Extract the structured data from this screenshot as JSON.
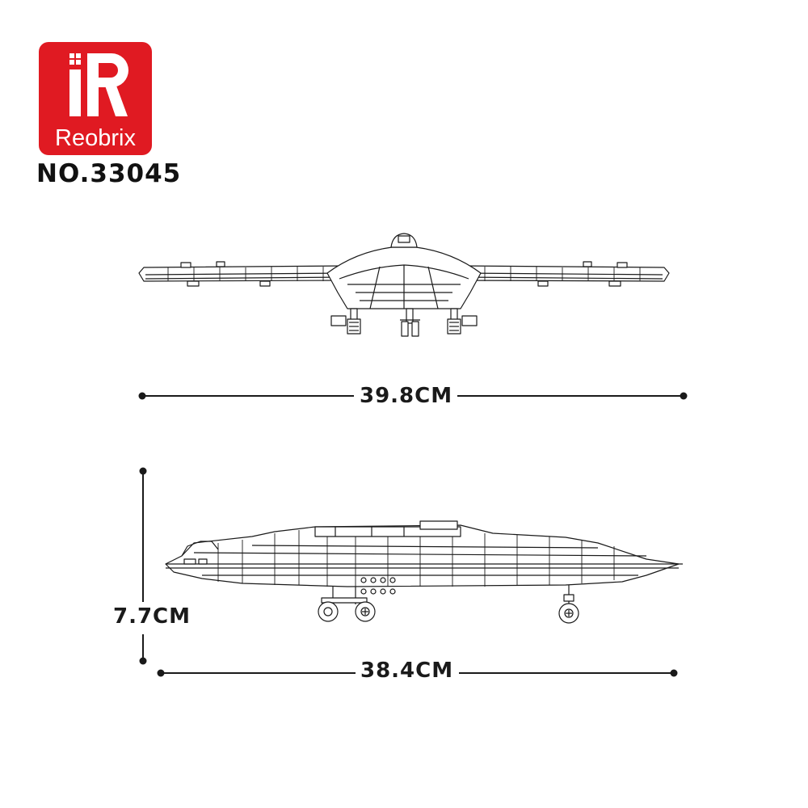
{
  "brand": {
    "name": "Reobrix",
    "colors": {
      "logo_background": "#e01a22",
      "logo_foreground": "#ffffff"
    }
  },
  "product": {
    "model_number": "NO.33045"
  },
  "dimensions": {
    "width": "39.8CM",
    "height": "7.7CM",
    "length": "38.4CM"
  },
  "colors": {
    "line": "#1a1a1a",
    "text": "#111111"
  }
}
